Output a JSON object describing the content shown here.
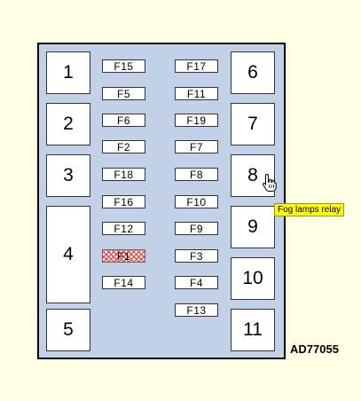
{
  "diagram": {
    "figure_id": "AD77055",
    "relays_left": [
      "1",
      "2",
      "3",
      "4",
      "5"
    ],
    "relays_right": [
      "6",
      "7",
      "8",
      "9",
      "10",
      "11"
    ],
    "fuses_left": [
      "F15",
      "F5",
      "F6",
      "F2",
      "F18",
      "F16",
      "F12",
      "F1",
      "F14"
    ],
    "fuses_right": [
      "F17",
      "F11",
      "F19",
      "F7",
      "F8",
      "F10",
      "F9",
      "F3",
      "F4",
      "F13"
    ],
    "highlighted_fuse": "F1",
    "tooltip": "Fog lamps relay",
    "colors": {
      "background": "#ffffe6",
      "panel": "#c2d0e8",
      "tooltip": "#ffff00",
      "highlight_hatch": "#d04040"
    },
    "cursor_icon": "hand-pointer-icon"
  }
}
